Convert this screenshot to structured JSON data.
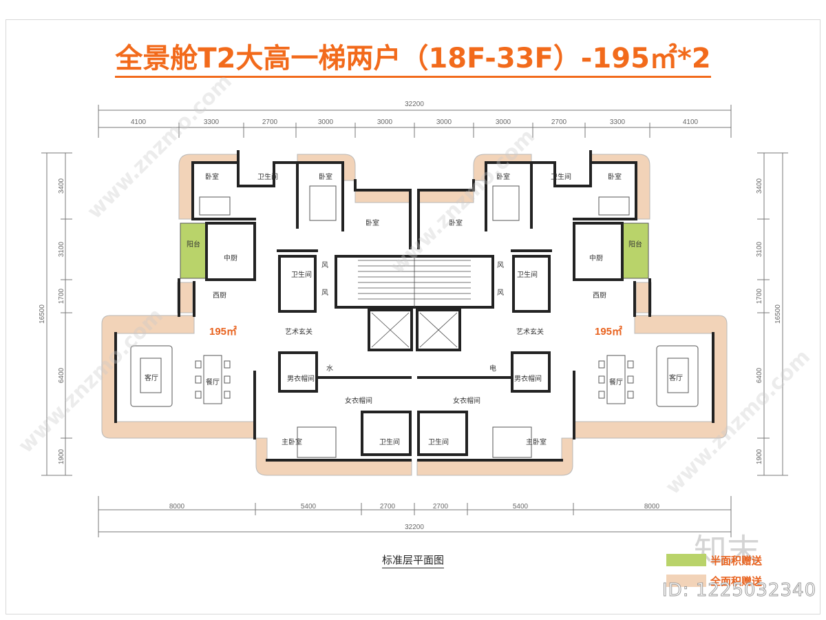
{
  "title": "全景舱T2大高一梯两户（18F-33F）-195㎡*2",
  "dimensions": {
    "top_total": "32200",
    "top_segments": [
      "4100",
      "3300",
      "2700",
      "3000",
      "3000",
      "3000",
      "3000",
      "2700",
      "3300",
      "4100"
    ],
    "bottom_total": "32200",
    "bottom_segments": [
      "8000",
      "5400",
      "2700",
      "2700",
      "5400",
      "8000"
    ],
    "left_total": "16500",
    "left_segments": [
      "3400",
      "3100",
      "1700",
      "6400",
      "1900"
    ],
    "right_total": "16500",
    "right_segments": [
      "3400",
      "3100",
      "1700",
      "6400",
      "1900"
    ]
  },
  "rooms": {
    "bedroom": "卧室",
    "bathroom": "卫生间",
    "balcony": "阳台",
    "chinese_kitchen": "中厨",
    "western_kitchen": "西厨",
    "art_foyer": "艺术玄关",
    "living": "客厅",
    "dining": "餐厅",
    "men_closet": "男衣帽间",
    "women_closet": "女衣帽间",
    "master_bedroom": "主卧室",
    "wind": "风",
    "water": "水",
    "electric": "电"
  },
  "unit_area": "195㎡",
  "caption": "标准层平面图",
  "legend": [
    {
      "label": "半面积赠送",
      "color": "#b9d36a"
    },
    {
      "label": "全面积赠送",
      "color": "#f2d3b8"
    }
  ],
  "watermark": {
    "id": "ID: 1225032340",
    "brand": "知末",
    "site": "www.znzmo.com"
  }
}
